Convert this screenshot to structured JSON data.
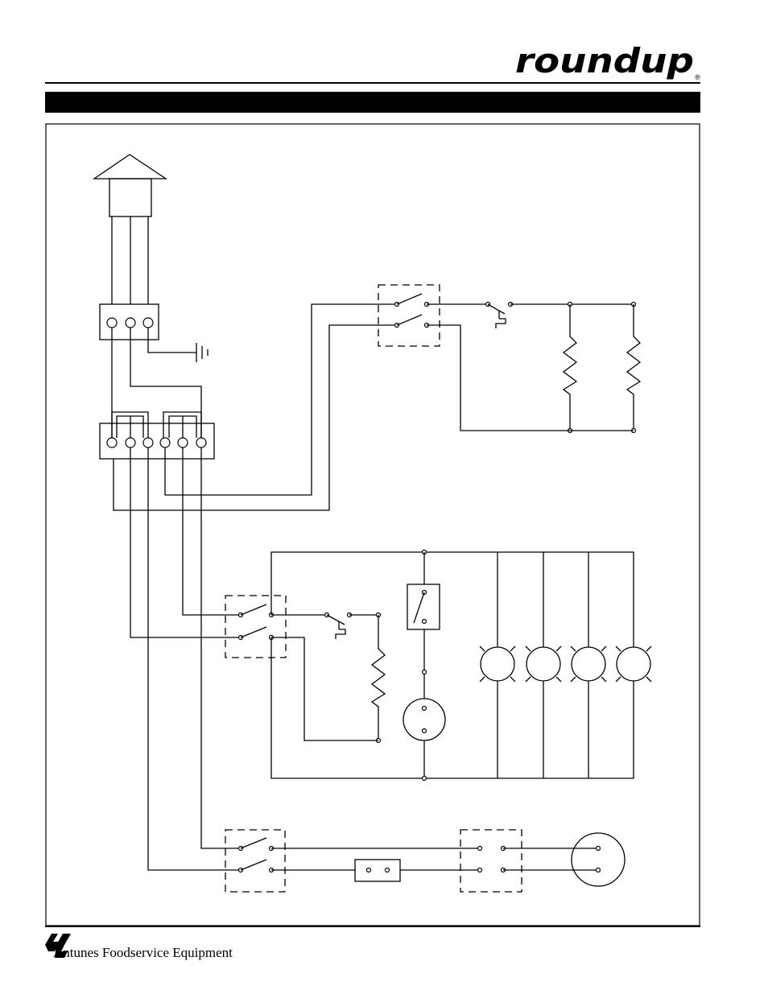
{
  "header": {
    "brand": "roundup",
    "brand_mark": "®"
  },
  "footer": {
    "company": "Antunes Foodservice Equipment",
    "logo_icon": "ajantunes-logo-icon"
  },
  "diagram": {
    "components": [
      "power-plug-icon",
      "ground-symbol-icon",
      "terminal-block-3",
      "terminal-block-6",
      "switch-dpst-upper",
      "thermostat-upper",
      "heater-element-left",
      "heater-element-right",
      "switch-dpst-middle",
      "thermostat-middle",
      "heater-element-middle",
      "relay-switch",
      "motor-small",
      "lamp-1",
      "lamp-2",
      "lamp-3",
      "lamp-4",
      "switch-dpst-lower",
      "fuse",
      "connector-plug",
      "motor-large"
    ]
  }
}
